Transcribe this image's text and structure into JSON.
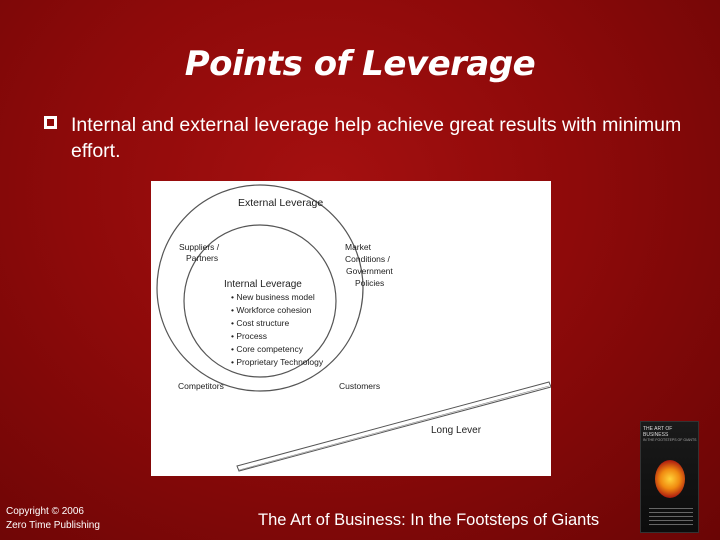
{
  "slide": {
    "title": "Points of Leverage",
    "bullet": "Internal and external leverage help achieve great results with minimum effort."
  },
  "diagram": {
    "external_label": "External Leverage",
    "suppliers": [
      "Suppliers /",
      "Partners"
    ],
    "market": [
      "Market",
      "Conditions /",
      "Government",
      "Policies"
    ],
    "internal_label": "Internal Leverage",
    "internal_items": [
      "• New business model",
      "• Workforce cohesion",
      "• Cost structure",
      "• Process",
      "• Core competency",
      "• Proprietary Technology"
    ],
    "competitors": "Competitors",
    "customers": "Customers",
    "lever_label": "Long Lever"
  },
  "footer": {
    "copyright_line1": "Copyright © 2006",
    "copyright_line2": "Zero Time Publishing",
    "book_title": "The Art of Business: In the Footsteps of Giants"
  },
  "book_cover": {
    "title": "THE ART OF BUSINESS",
    "subtitle": "IN THE FOOTSTEPS OF GIANTS"
  }
}
